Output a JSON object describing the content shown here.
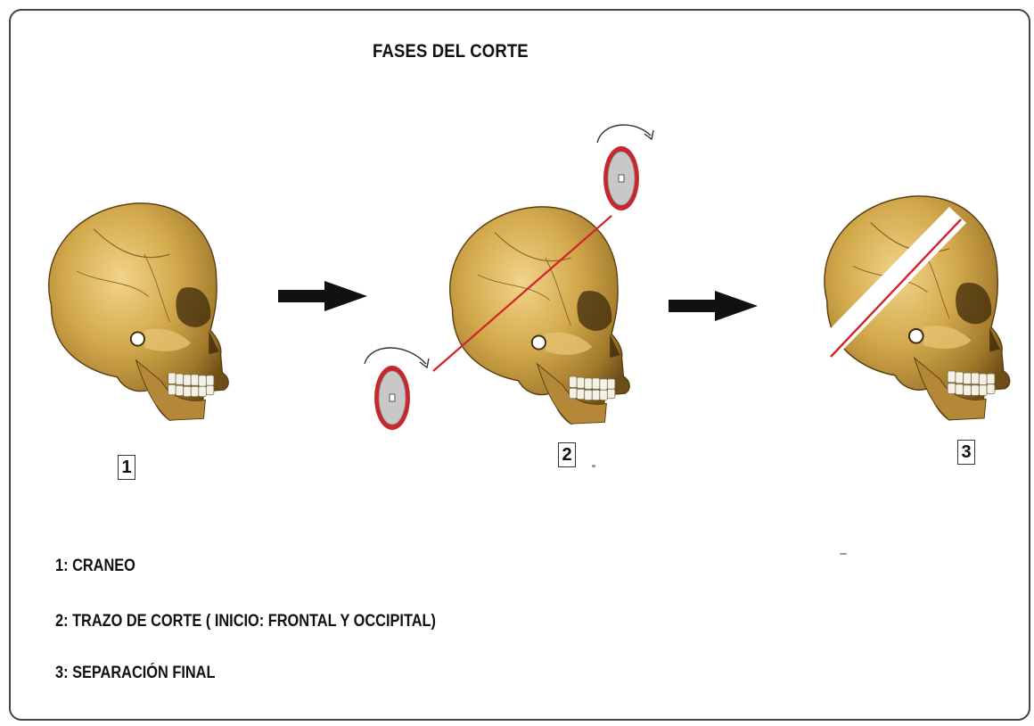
{
  "title": "FASES DEL CORTE",
  "steps": [
    "1",
    "2",
    "3"
  ],
  "legend": [
    "1: CRANEO",
    "2: TRAZO DE CORTE ( INICIO: FRONTAL Y OCCIPITAL)",
    "3: SEPARACIÓN FINAL"
  ],
  "colors": {
    "bone": "#c9a44a",
    "bone_dark": "#7a5a1c",
    "cut_line": "#d0242b",
    "disc_fill": "#c8c8c8",
    "arrow": "#111111"
  },
  "icons": [
    "skull-icon",
    "arrow-right-icon",
    "saw-disc-icon",
    "rotation-arrow-icon"
  ]
}
